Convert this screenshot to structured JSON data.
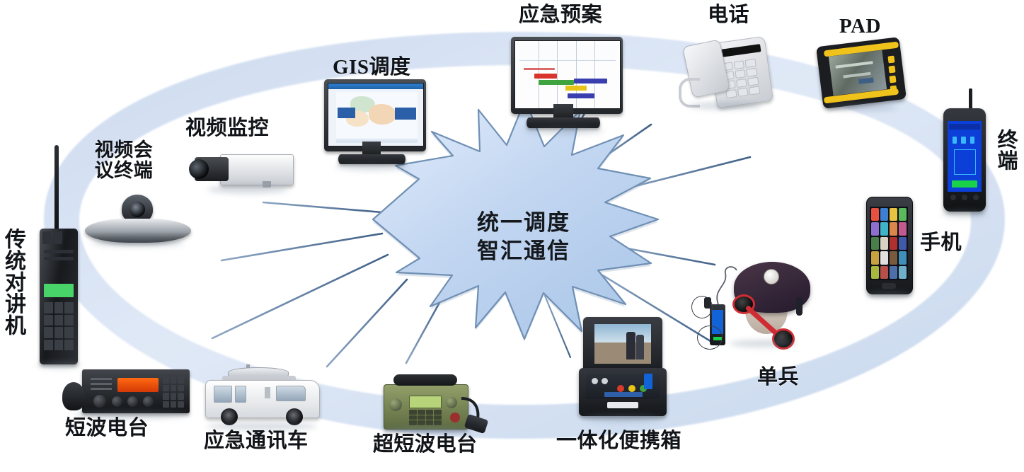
{
  "diagram": {
    "title_center_line1": "统一调度",
    "title_center_line2": "智汇通信",
    "ring_color": "#d2ddef",
    "spoke_color": "#5b7da6",
    "burst_fill_light": "#e2ecfa",
    "burst_fill_dark": "#b9d0ee",
    "burst_stroke": "#6f8fb4"
  },
  "nodes": [
    {
      "id": "video-conference-terminal",
      "label": "视频会\n议终端",
      "label_lines": [
        "视频会",
        "议终端"
      ],
      "orientation": "horizontal-2line"
    },
    {
      "id": "video-surveillance",
      "label": "视频监控",
      "orientation": "horizontal"
    },
    {
      "id": "gis-dispatch",
      "label": "GIS调度",
      "orientation": "horizontal"
    },
    {
      "id": "emergency-plan",
      "label": "应急预案",
      "orientation": "horizontal"
    },
    {
      "id": "telephone",
      "label": "电话",
      "orientation": "horizontal"
    },
    {
      "id": "pad",
      "label": "PAD",
      "orientation": "horizontal"
    },
    {
      "id": "terminal",
      "label": "终端",
      "orientation": "vertical"
    },
    {
      "id": "mobile-phone",
      "label": "手机",
      "orientation": "horizontal"
    },
    {
      "id": "single-soldier",
      "label": "单兵",
      "orientation": "horizontal"
    },
    {
      "id": "integrated-portable-case",
      "label": "一体化便携箱",
      "orientation": "horizontal"
    },
    {
      "id": "vhf-radio",
      "label": "超短波电台",
      "orientation": "horizontal"
    },
    {
      "id": "emergency-communication-van",
      "label": "应急通讯车",
      "orientation": "horizontal"
    },
    {
      "id": "hf-radio",
      "label": "短波电台",
      "orientation": "horizontal"
    },
    {
      "id": "traditional-walkie-talkie",
      "label": "传统对讲机",
      "orientation": "vertical"
    }
  ],
  "labels": {
    "video_conference_terminal_l1": "视频会",
    "video_conference_terminal_l2": "议终端",
    "video_surveillance": "视频监控",
    "gis_dispatch": "GIS调度",
    "emergency_plan": "应急预案",
    "telephone": "电话",
    "pad": "PAD",
    "terminal": "终端",
    "mobile_phone": "手机",
    "single_soldier": "单兵",
    "integrated_portable_case": "一体化便携箱",
    "vhf_radio": "超短波电台",
    "emergency_communication_van": "应急通讯车",
    "hf_radio": "短波电台",
    "traditional_walkie_talkie": "传统对讲机"
  }
}
